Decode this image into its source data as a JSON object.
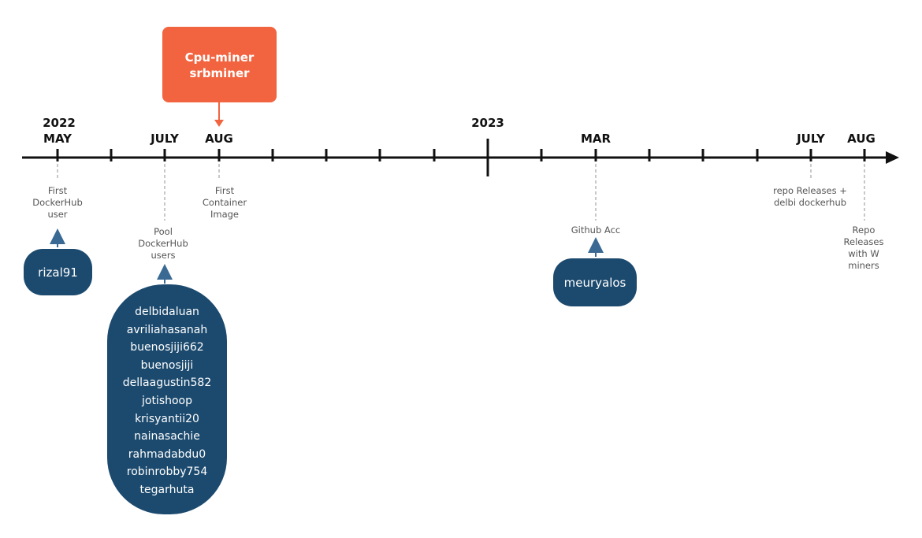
{
  "timeline": {
    "years": [
      {
        "id": "year-2022",
        "label": "2022"
      },
      {
        "id": "year-2023",
        "label": "2023"
      }
    ],
    "months": [
      {
        "id": "may",
        "label": "MAY"
      },
      {
        "id": "july-2022",
        "label": "JULY"
      },
      {
        "id": "aug-2022",
        "label": "AUG"
      },
      {
        "id": "mar",
        "label": "MAR"
      },
      {
        "id": "july-2023",
        "label": "JULY"
      },
      {
        "id": "aug-2023",
        "label": "AUG"
      }
    ]
  },
  "events": {
    "first_dockerhub_user": "First\nDockerHub\nuser",
    "pool_dockerhub_users": "Pool\nDockerHub\nusers",
    "first_container_image": "First\nContainer\nImage",
    "github_acc": "Github Acc",
    "repo_releases_delbi": "repo Releases +\ndelbi dockerhub",
    "repo_releases_w_miners": "Repo Releases\nwith W miners"
  },
  "callout": {
    "line1": "Cpu-miner",
    "line2": "srbminer"
  },
  "accounts": {
    "first_user": "rizal91",
    "github_user": "meuryalos",
    "pool_users": [
      "delbidaluan",
      "avriliahasanah",
      "buenosjiji662",
      "buenosjiji",
      "dellaagustin582",
      "jotishoop",
      "krisyantii20",
      "nainasachie",
      "rahmadabdu0",
      "robinrobby754",
      "tegarhuta"
    ]
  },
  "colors": {
    "axis": "#111111",
    "pill": "#1c4a6e",
    "callout": "#f26440",
    "dashed": "#aaaaaa",
    "arrow_blue": "#3a6a94"
  }
}
